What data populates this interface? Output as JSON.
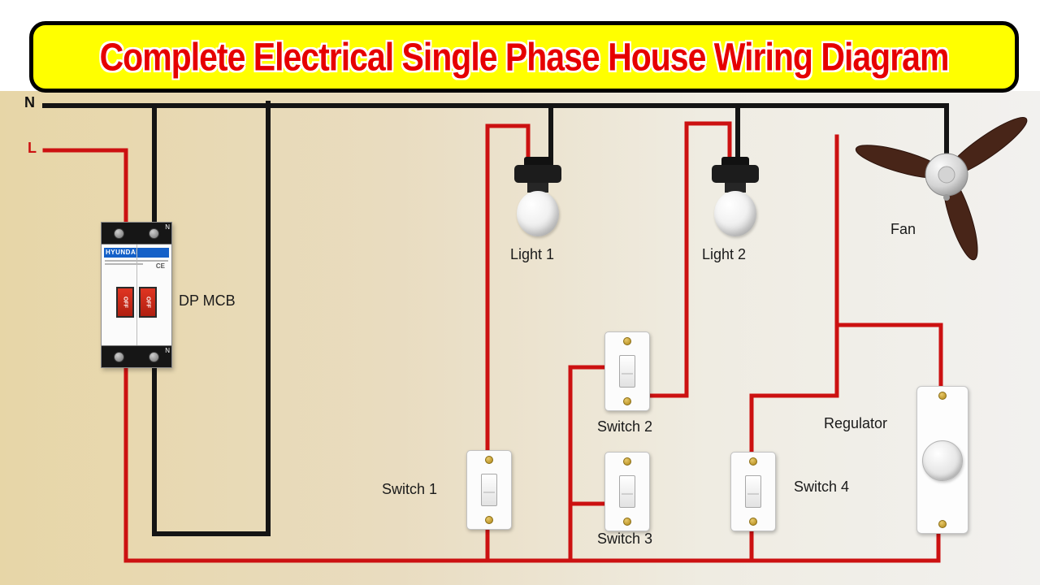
{
  "banner": {
    "title": "Complete Electrical Single Phase  House Wiring Diagram"
  },
  "terminals": {
    "neutral": "N",
    "live": "L"
  },
  "components": {
    "mcb": {
      "label": "DP MCB",
      "brand": "HYUNDAI",
      "pole_marker": "N",
      "toggle_text": "OFF",
      "cert": "CE"
    },
    "light1": {
      "label": "Light 1"
    },
    "light2": {
      "label": "Light 2"
    },
    "fan": {
      "label": "Fan"
    },
    "switch1": {
      "label": "Switch 1"
    },
    "switch2": {
      "label": "Switch 2"
    },
    "switch3": {
      "label": "Switch 3"
    },
    "switch4": {
      "label": "Switch 4"
    },
    "regulator": {
      "label": "Regulator"
    }
  },
  "colors": {
    "live_wire": "#cc1111",
    "neutral_wire": "#141414",
    "banner_bg": "#ffff00",
    "banner_text": "#e60000"
  }
}
